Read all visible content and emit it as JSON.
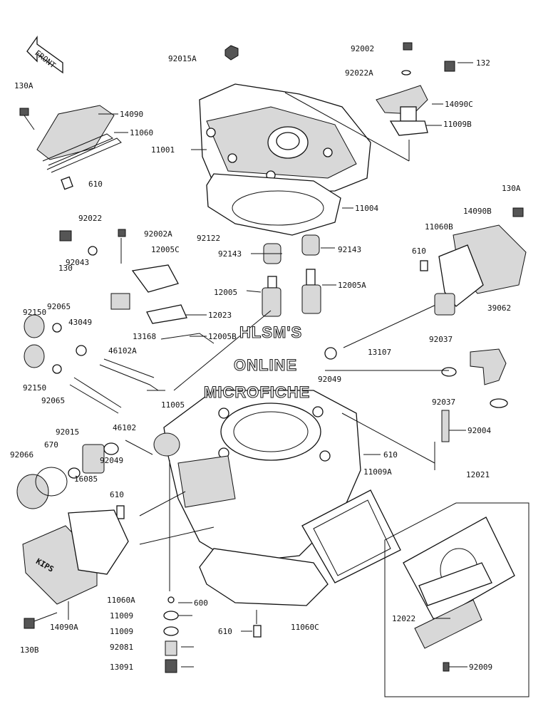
{
  "front_arrow_label": "FRONT",
  "kips_badge": "KIPS",
  "watermark": [
    "HLSM'S",
    "ONLINE",
    "MICROFICHE"
  ],
  "part_labels": [
    "92015A",
    "92002",
    "92022A",
    "132",
    "130A",
    "14090",
    "11060",
    "610",
    "11001",
    "14090C",
    "11009B",
    "11004",
    "130A",
    "14090B",
    "11060B",
    "92022",
    "92002A",
    "92122",
    "12005C",
    "92143",
    "92143",
    "130",
    "610",
    "92043",
    "12005",
    "12005A",
    "92150",
    "92065",
    "43049",
    "12023",
    "13168",
    "12005B",
    "46102A",
    "13107",
    "92037",
    "39062",
    "92049",
    "92150",
    "11005",
    "92065",
    "46102",
    "92037",
    "92004",
    "92015",
    "670",
    "92066",
    "610",
    "92049",
    "16085",
    "11009A",
    "12021",
    "610",
    "11060A",
    "600",
    "11009",
    "11009",
    "92081",
    "13091",
    "610",
    "11060C",
    "14090A",
    "130B",
    "12022",
    "92009"
  ]
}
